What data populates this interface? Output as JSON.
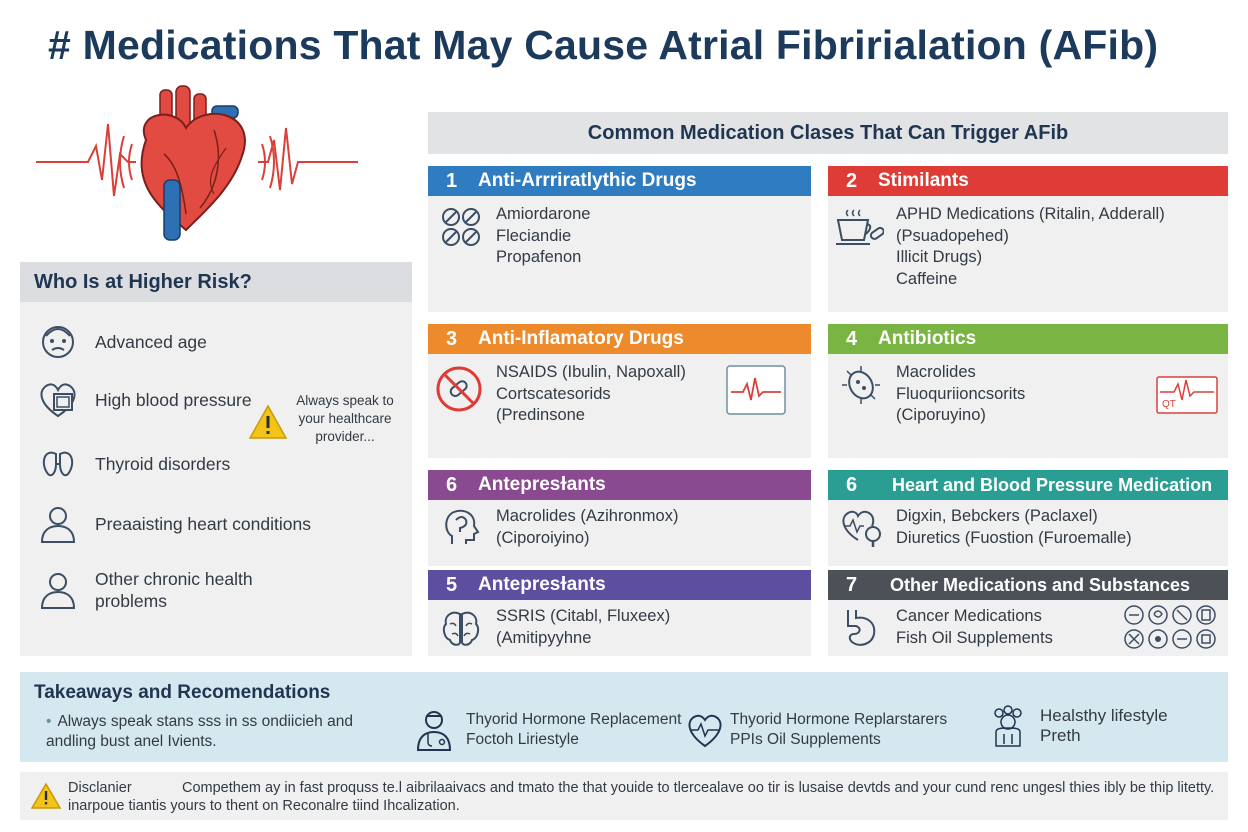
{
  "title": "# Medications That May Cause Atrial Fibririalation (AFib)",
  "colors": {
    "navy": "#1b3a5c",
    "blue": "#2f7dc0",
    "red": "#e03c37",
    "orange": "#ec8a2c",
    "green": "#7ab443",
    "purple": "#8a4a8f",
    "teal": "#2a9e92",
    "indigo": "#5e4ea0",
    "slate": "#4b5157",
    "panel": "#f0f0f1",
    "takeaway_bg": "#d6e8ef"
  },
  "risk": {
    "title": "Who Is at Higher Risk?",
    "items": [
      {
        "icon": "elderly-face-icon",
        "label": "Advanced age"
      },
      {
        "icon": "heart-monitor-icon",
        "label": "High blood pressure"
      },
      {
        "icon": "thyroid-icon",
        "label": "Thyroid disorders"
      },
      {
        "icon": "person-icon",
        "label": "Preaaisting heart conditions"
      },
      {
        "icon": "person-icon",
        "label": "Other chronic health problems"
      }
    ],
    "note_lines": [
      "Always speak to",
      "your healthcare",
      "provider..."
    ]
  },
  "classes": {
    "title": "Common Medication Clases That Can Trigger AFib",
    "cards": [
      {
        "num": "1",
        "title": "Anti-Arrriratlythic Drugs",
        "color": "#2f7dc0",
        "icon": "pills-icon",
        "lines": [
          "Amiordarone",
          "Fleciandie",
          "Propafenon"
        ]
      },
      {
        "num": "2",
        "title": "Stimilants",
        "color": "#e03c37",
        "icon": "coffee-cup-icon",
        "lines": [
          "APHD Medications (Ritalin, Adderall)",
          "(Psuadopehed)",
          "Illicit Drugs)",
          "Caffeine"
        ]
      },
      {
        "num": "3",
        "title": "Anti-Inflamatory Drugs",
        "color": "#ec8a2c",
        "icon": "no-pills-icon",
        "lines": [
          "NSAIDS (Ibulin, Napoxall)",
          "Cortscatesorids",
          "(Predinsone"
        ]
      },
      {
        "num": "4",
        "title": "Antibiotics",
        "color": "#7ab443",
        "icon": "bacteria-icon",
        "lines": [
          "Macrolides",
          "Fluoquriioncsorits",
          "(Ciporuyino)"
        ],
        "side_text": "QT"
      },
      {
        "num": "6",
        "title": "Antepresɫants",
        "color": "#8a4a8f",
        "icon": "head-icon",
        "lines": [
          "Macrolides (Azihronmox)",
          "(Ciporoiyino)"
        ]
      },
      {
        "num": "6",
        "title": "Heart and Blood Pressure Medication",
        "color": "#2a9e92",
        "icon": "heart-magnifier-icon",
        "lines": [
          "Digxin, Bebckers (Paclaxel)",
          "Diuretics (Fuostion (Furoemalle)"
        ]
      },
      {
        "num": "5",
        "title": "Antepresɫants",
        "color": "#5e4ea0",
        "icon": "brain-icon",
        "lines": [
          "SSRIS (Citabl, Fluxeex)",
          "(Amitipyyhne"
        ]
      },
      {
        "num": "7",
        "title": "Other Medications and Substances",
        "color": "#4b5157",
        "icon": "stomach-icon",
        "lines": [
          "Cancer Medications",
          "Fish Oil Supplements"
        ]
      }
    ]
  },
  "takeaways": {
    "title": "Takeaways and Recomendations",
    "bullet_lines": [
      "Always speak stans sss in ss ondiicieh and",
      "andling bust anel Ivients."
    ],
    "col1": [
      "Thyorid Hormone Replacement",
      "Foctoh Liriestyle"
    ],
    "col2": [
      "Thyorid Hormone Replarstarers",
      "PPIs Oil Supplements"
    ],
    "col3": [
      "Healsthy lifestyle",
      "Preth"
    ]
  },
  "disclaimer": {
    "label": "Disclanier",
    "line1": "Compethem ay in fast proquss te.l aibrilaaivacs and tmato the that youide to tlercealave oo tir is lusaise devtds and your cund renc ungesl thies ibly be thip litetty.",
    "line2": "inarpoue tiantis yours to thent on Reconalre tiind Ihcalization."
  }
}
